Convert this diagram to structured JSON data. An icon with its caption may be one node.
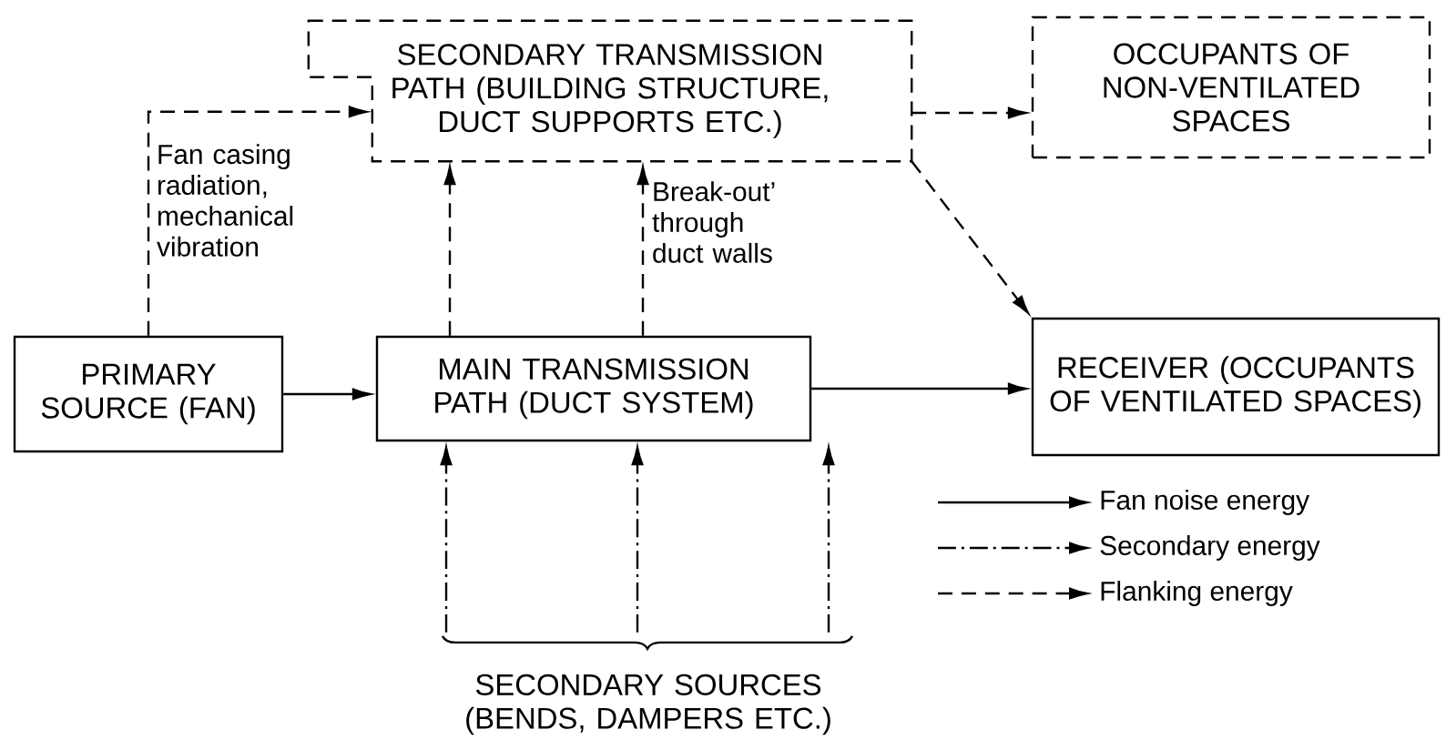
{
  "diagram": {
    "nodes": [
      {
        "text": [
          "SECONDARY TRANSMISSION PATH (BUILDING STRUCTURE, DUCT SUPPORTS ETC.)"
        ]
      },
      {
        "text": [
          "OCCUPANTS OF NON-VENTILATED SPACES"
        ]
      },
      {
        "text": [
          "PRIMARY SOURCE (FAN)"
        ]
      },
      {
        "text": [
          "MAIN TRANSMISSION PATH (DUCT SYSTEM)"
        ]
      },
      {
        "text": [
          "RECEIVER (OCCUPANTS OF VENTILATED SPACES)"
        ]
      },
      {
        "text": [
          "SECONDARY SOURCES (BENDS, DAMPERS ETC.)"
        ]
      }
    ],
    "edges": [
      {
        "from": 2,
        "to": 0,
        "arrow": "to",
        "style": "dashed",
        "label": "Fan casing radiation, mechanical vibration"
      },
      {
        "from": 3,
        "to": 0,
        "arrow": "to",
        "style": "dashed"
      },
      {
        "from": 3,
        "to": 0,
        "arrow": "to",
        "style": "dashed",
        "label": "Break-out’ through duct walls"
      },
      {
        "from": 0,
        "to": 1,
        "arrow": "to",
        "style": "dashed"
      },
      {
        "from": 0,
        "to": 4,
        "arrow": "to",
        "style": "dashed"
      },
      {
        "from": 2,
        "to": 3,
        "arrow": "to"
      },
      {
        "from": 3,
        "to": 4,
        "arrow": "to"
      },
      {
        "from": 5,
        "to": 3,
        "arrow": "to",
        "style": "dashed"
      },
      {
        "from": 5,
        "to": 3,
        "arrow": "to",
        "style": "dashed"
      },
      {
        "from": 5,
        "to": 3,
        "arrow": "to",
        "style": "dashed"
      }
    ],
    "legend": [
      {
        "text": "Fan noise energy"
      },
      {
        "text": "Secondary energy"
      },
      {
        "text": "Flanking energy"
      }
    ]
  }
}
